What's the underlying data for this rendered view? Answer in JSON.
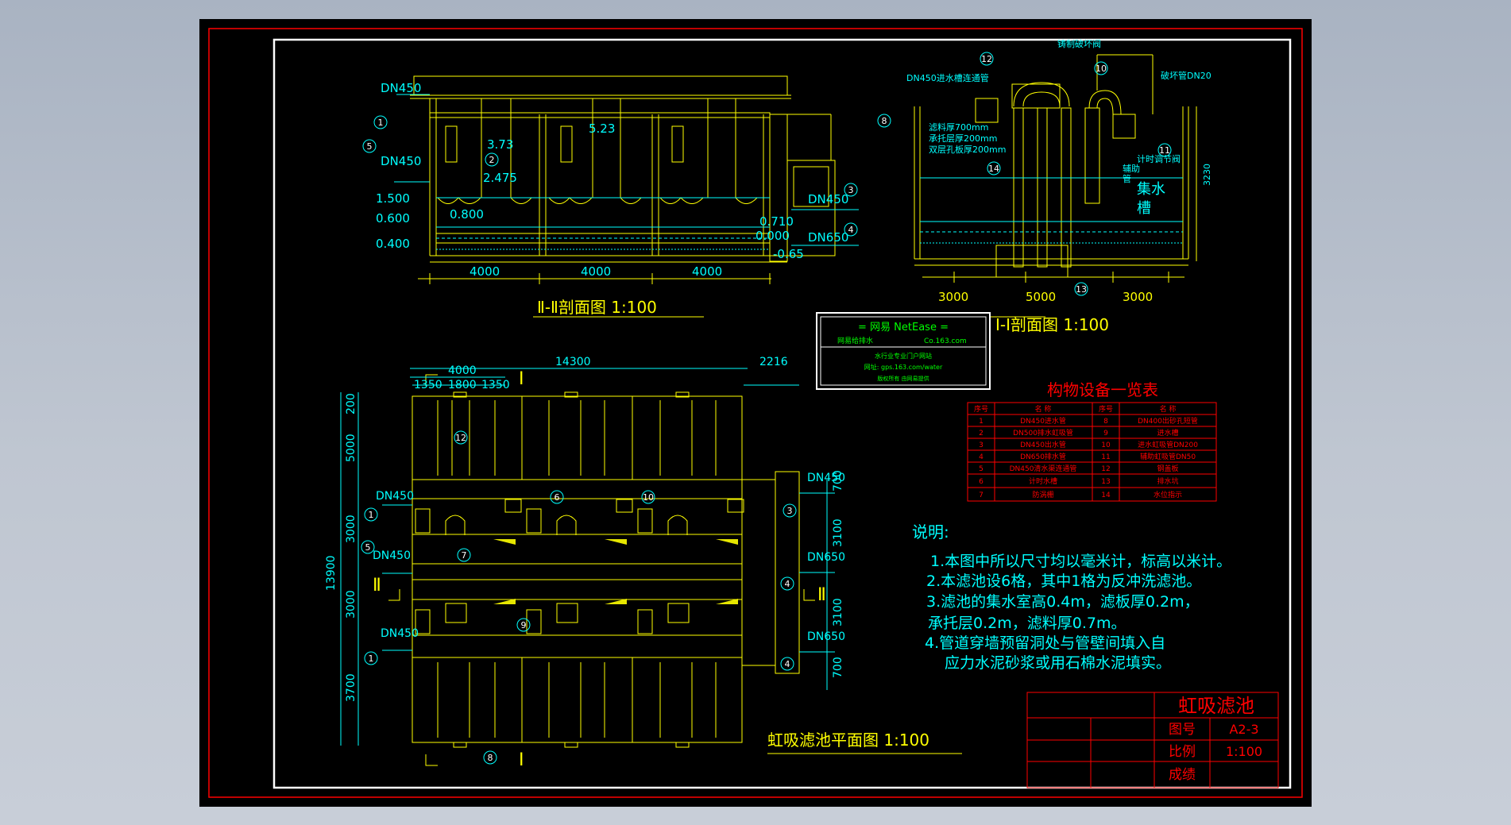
{
  "drawing_title": "虹吸滤池",
  "title_block": {
    "drawing_no_label": "图号",
    "drawing_no": "A2-3",
    "scale_label": "比例",
    "scale": "1:100",
    "grade_label": "成绩"
  },
  "views": {
    "section_2": "Ⅱ-Ⅱ剖面图  1:100",
    "section_1": "Ⅰ-Ⅰ剖面图  1:100",
    "plan": "虹吸滤池平面图  1:100"
  },
  "stamp": {
    "line1": "=  网易  NetEase  =",
    "line2a": "网易给排水",
    "line2b": "Co.163.com",
    "line3": "水行业专业门户网站",
    "line4": "网址: gps.163.com/water",
    "line5": "版权所有 由网易提供"
  },
  "equipment_table": {
    "title": "构物设备一览表",
    "headers": [
      "序号",
      "名 称",
      "序号",
      "名 称"
    ],
    "rows": [
      [
        "1",
        "DN450进水管",
        "8",
        "DN400出砂孔短管"
      ],
      [
        "2",
        "DN500排水虹吸管",
        "9",
        "进水槽"
      ],
      [
        "3",
        "DN450出水管",
        "10",
        "进水虹吸管DN200"
      ],
      [
        "4",
        "DN650排水管",
        "11",
        "辅助虹吸管DN50"
      ],
      [
        "5",
        "DN450清水渠连通管",
        "12",
        "钢盖板"
      ],
      [
        "6",
        "计时水槽",
        "13",
        "排水坑"
      ],
      [
        "7",
        "防涡栅",
        "14",
        "水位指示"
      ]
    ]
  },
  "notes": {
    "heading": "说明:",
    "items": [
      "1.本图中所以尺寸均以毫米计，标高以米计。",
      "2.本滤池设6格，其中1格为反冲洗滤池。",
      "3.滤池的集水室高0.4m，滤板厚0.2m，",
      "承托层0.2m，滤料厚0.7m。",
      "4.管道穿墙预留洞处与管壁间填入自",
      "应力水泥砂浆或用石棉水泥填实。"
    ]
  },
  "section_2": {
    "pipe_labels": [
      "DN450",
      "DN450",
      "DN450",
      "DN650"
    ],
    "elevations": [
      "3.73",
      "5.23",
      "2.475",
      "1.500",
      "0.800",
      "0.600",
      "0.400",
      "0.710",
      "0.000",
      "-0.65"
    ],
    "dims": [
      "4000",
      "4000",
      "4000"
    ],
    "callouts": [
      "1",
      "5",
      "2",
      "3",
      "4"
    ]
  },
  "section_1": {
    "labels": [
      "铸制破坏阀",
      "破坏管DN20",
      "DN450进水槽连通管",
      "滤料厚700mm",
      "承托层厚200mm",
      "双层孔板厚200mm",
      "计时调节阀",
      "辅助",
      "管",
      "集水",
      "槽"
    ],
    "height_dim": "3230",
    "dims": [
      "3000",
      "5000",
      "3000"
    ],
    "callouts": [
      "12",
      "10",
      "8",
      "11",
      "14",
      "13"
    ]
  },
  "plan": {
    "top_dims": [
      "14300",
      "4000",
      "1350",
      "1800",
      "1350",
      "2216"
    ],
    "left_dims": [
      "13900",
      "200",
      "5000",
      "3000",
      "3000",
      "3700"
    ],
    "right_dims": [
      "700",
      "3100",
      "3100",
      "700"
    ],
    "pipe_labels": [
      "DN450",
      "DN450",
      "DN450",
      "DN450",
      "DN650",
      "DN650"
    ],
    "callouts": [
      "12",
      "1",
      "5",
      "1",
      "6",
      "10",
      "7",
      "9",
      "3",
      "4",
      "4",
      "8"
    ],
    "section_marks": [
      "Ⅰ",
      "Ⅰ",
      "Ⅱ",
      "Ⅱ"
    ]
  },
  "colors": {
    "line": "#ffff00",
    "cyan": "#00ffff",
    "red": "#ff0000",
    "white": "#ffffff",
    "green": "#00ff00"
  }
}
